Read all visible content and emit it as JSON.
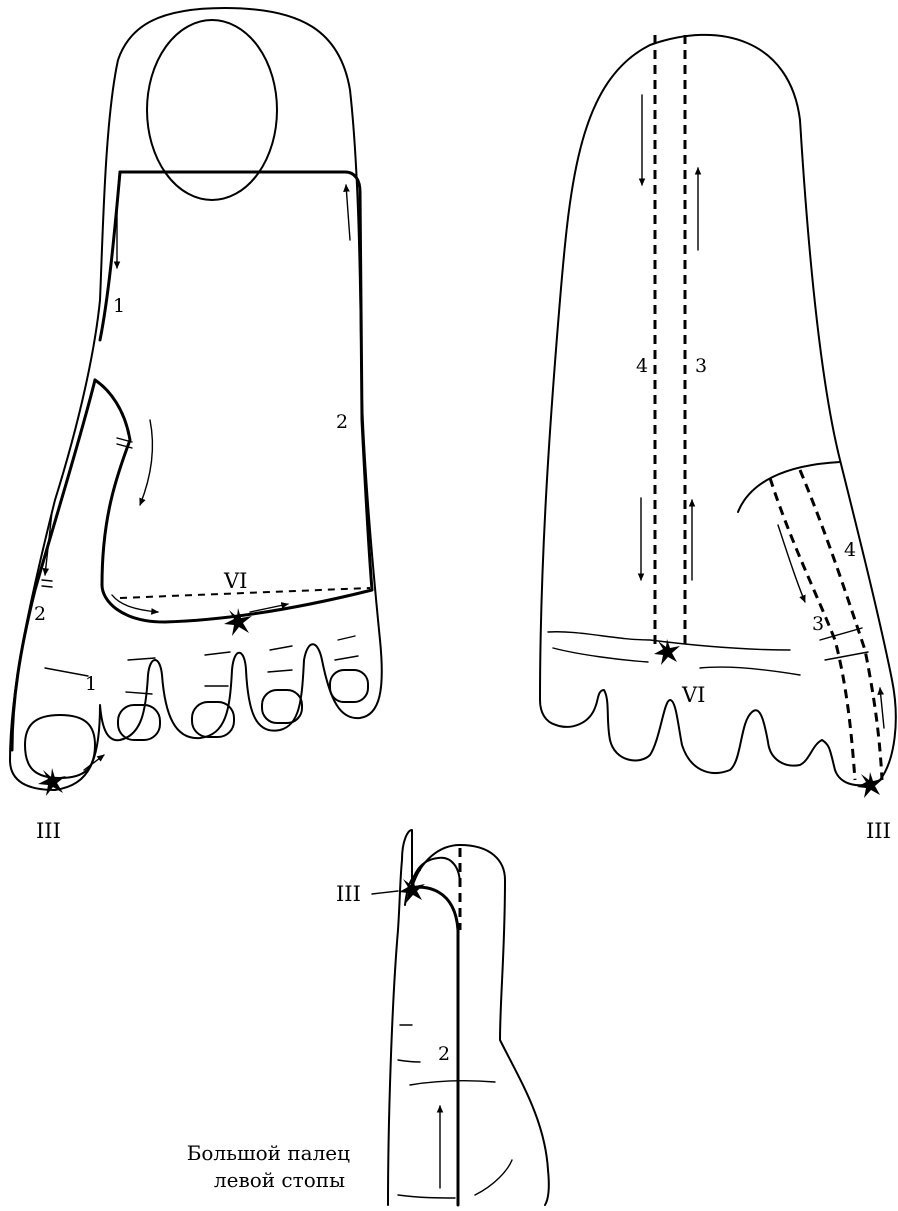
{
  "left_foot": {
    "meridian_labels": {
      "m1_upper": "1",
      "m1_lower": "1",
      "m2_right": "2",
      "m2_left": "2"
    },
    "points": {
      "vi": "VI",
      "iii": "III"
    }
  },
  "right_foot": {
    "meridian_labels": {
      "m4_center": "4",
      "m3_center": "3",
      "m4_side": "4",
      "m3_side": "3"
    },
    "points": {
      "vi": "VI",
      "iii": "III"
    }
  },
  "big_toe": {
    "meridian_labels": {
      "m2": "2"
    },
    "points": {
      "iii": "III"
    },
    "caption": {
      "line1": "Большой палец",
      "line2": "левой стопы"
    }
  },
  "icons": [
    "star-burst-icon",
    "arrow-icon"
  ]
}
